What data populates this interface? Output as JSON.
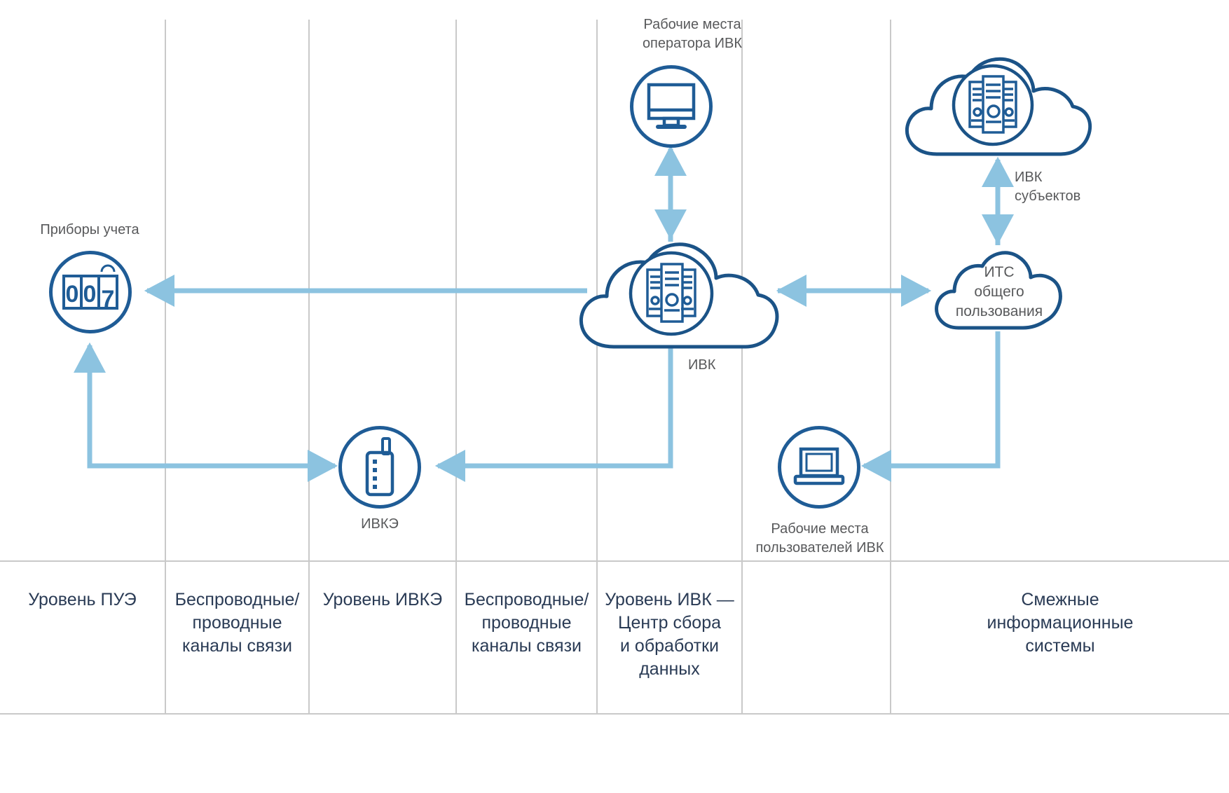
{
  "diagram": {
    "title_present": false,
    "colors": {
      "icon_stroke": "#1f5c96",
      "cloud_stroke": "#1b5387",
      "arrow": "#8cc3e0",
      "divider": "#c9c9c9",
      "band_label_text": "#2a3b55",
      "caption_text": "#58595b",
      "background": "#ffffff"
    },
    "nodes": [
      {
        "id": "meters",
        "label": "Приборы учета",
        "icon": "meter-icon",
        "shape": "circle"
      },
      {
        "id": "ivke",
        "label": "ИВКЭ",
        "icon": "router-icon",
        "shape": "circle"
      },
      {
        "id": "operator-ws",
        "label": "Рабочие места\nоператора ИВК",
        "icon": "monitor-icon",
        "shape": "circle"
      },
      {
        "id": "ivk",
        "label": "ИВК",
        "icon": "server-icon",
        "shape": "cloud"
      },
      {
        "id": "user-ws",
        "label": "Рабочие места\nпользователей ИВК",
        "icon": "laptop-icon",
        "shape": "circle"
      },
      {
        "id": "its",
        "label": "ИТС\nобщего\nпользования",
        "icon": "cloud-icon",
        "shape": "cloud"
      },
      {
        "id": "ivk-subjects",
        "label": "ИВК\nсубъектов",
        "icon": "server-icon",
        "shape": "cloud"
      }
    ],
    "captions": {
      "meters": "Приборы учета",
      "ivke": "ИВКЭ",
      "operator_ws_line1": "Рабочие места",
      "operator_ws_line2": "оператора ИВК",
      "ivk": "ИВК",
      "user_ws_line1": "Рабочие места",
      "user_ws_line2": "пользователей ИВК",
      "its_line1": "ИТС",
      "its_line2": "общего",
      "its_line3": "пользования",
      "ivk_subjects_line1": "ИВК",
      "ivk_subjects_line2": "субъектов"
    },
    "meter_digits": "007",
    "bands": [
      {
        "id": "band-pue",
        "label_line1": "Уровень ПУЭ",
        "label_line2": "",
        "label_line3": "",
        "label_line4": ""
      },
      {
        "id": "band-chan-1",
        "label_line1": "Беспроводные/",
        "label_line2": "проводные",
        "label_line3": "каналы связи",
        "label_line4": ""
      },
      {
        "id": "band-ivke",
        "label_line1": "Уровень ИВКЭ",
        "label_line2": "",
        "label_line3": "",
        "label_line4": ""
      },
      {
        "id": "band-chan-2",
        "label_line1": "Беспроводные/",
        "label_line2": "проводные",
        "label_line3": "каналы связи",
        "label_line4": ""
      },
      {
        "id": "band-ivk",
        "label_line1": "Уровень ИВК —",
        "label_line2": "Центр сбора",
        "label_line3": "и обработки",
        "label_line4": "данных"
      },
      {
        "id": "band-empty",
        "label_line1": "",
        "label_line2": "",
        "label_line3": "",
        "label_line4": ""
      },
      {
        "id": "band-adjacent",
        "label_line1": "Смежные",
        "label_line2": "информационные",
        "label_line3": "системы",
        "label_line4": ""
      }
    ],
    "connections": [
      {
        "from": "ivk",
        "to": "meters",
        "direction": "left"
      },
      {
        "from": "ivk",
        "to": "operator-ws",
        "direction": "up-down"
      },
      {
        "from": "ivk",
        "to": "its",
        "direction": "both"
      },
      {
        "from": "ivk",
        "to": "ivke",
        "direction": "left"
      },
      {
        "from": "ivke",
        "to": "meters",
        "direction": "up"
      },
      {
        "from": "its",
        "to": "ivk-subjects",
        "direction": "both"
      },
      {
        "from": "its",
        "to": "user-ws",
        "direction": "left"
      }
    ]
  }
}
